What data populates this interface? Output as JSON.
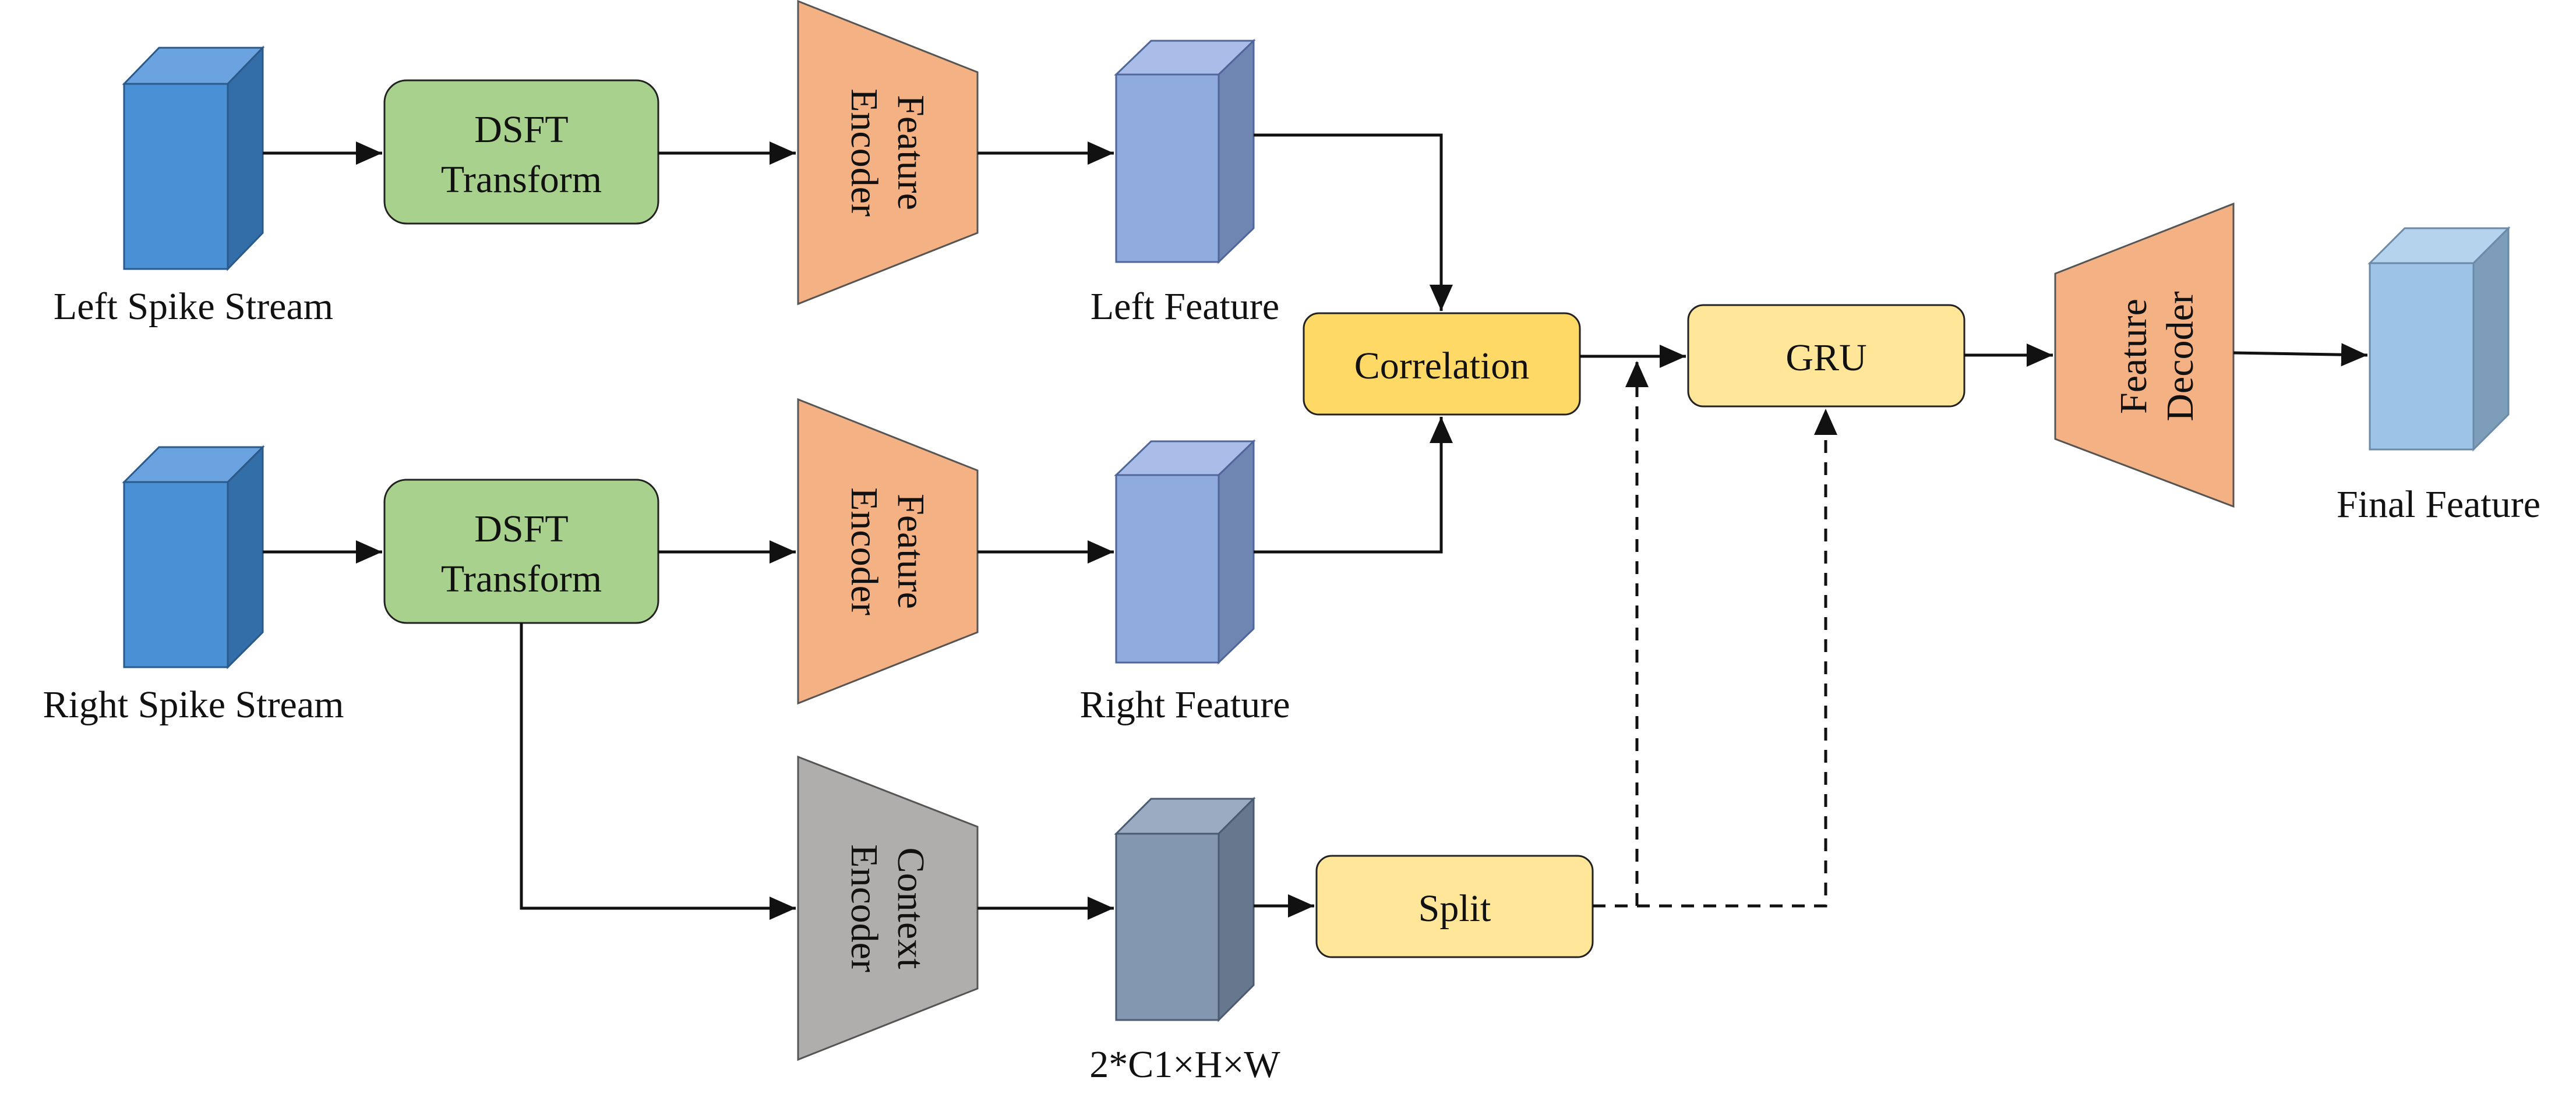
{
  "blocks": {
    "left_stream_label": "Left Spike Stream",
    "right_stream_label": "Right Spike Stream",
    "dsft_top": [
      "DSFT",
      "Transform"
    ],
    "dsft_bottom": [
      "DSFT",
      "Transform"
    ],
    "feature_encoder_top": [
      "Feature",
      "Encoder"
    ],
    "feature_encoder_mid": [
      "Feature",
      "Encoder"
    ],
    "context_encoder": [
      "Context",
      "Encoder"
    ],
    "left_feature_label": "Left Feature",
    "right_feature_label": "Right Feature",
    "context_feature_label": "2*C1×H×W",
    "correlation": "Correlation",
    "gru": "GRU",
    "split": "Split",
    "feature_decoder": [
      "Feature",
      "Decoder"
    ],
    "final_feature_label": "Final Feature"
  },
  "colors": {
    "spike_stream_front": "#4a90d4",
    "spike_stream_top": "#6aa3df",
    "spike_stream_side": "#336ea8",
    "dsft_fill": "#a9d18e",
    "encoder_fill": "#f4b183",
    "context_encoder_fill": "#b0adad",
    "feature_front": "#8faadc",
    "feature_top": "#a9bde8",
    "feature_side": "#6f86b3",
    "context_feature_front": "#8497b0",
    "context_feature_top": "#9aabc2",
    "context_feature_side": "#66778e",
    "correlation_fill": "#ffd966",
    "gru_fill": "#ffe699",
    "split_fill": "#ffe699",
    "final_front": "#9dc3e6",
    "final_top": "#b6d3ee",
    "final_side": "#7d9dbb",
    "line": "#111111"
  }
}
